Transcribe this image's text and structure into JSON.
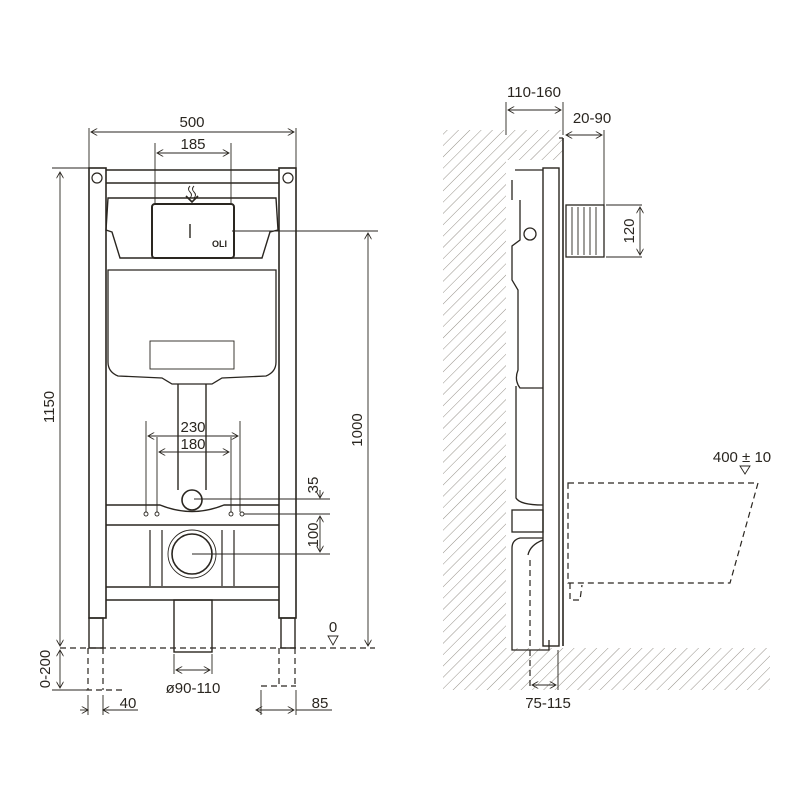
{
  "drawing": {
    "front_view": {
      "width_overall": "500",
      "flush_plate_width": "185",
      "height_overall": "1150",
      "height_to_plate": "1000",
      "bolt_spacing_outer": "230",
      "bolt_spacing_inner": "180",
      "inlet_offset": "35",
      "outlet_offset": "100",
      "floor_level": "0",
      "leg_extension": "0-200",
      "drain_diameter": "ø90-110",
      "leg_width": "40",
      "foot_width": "85",
      "brand_mark": "OLI"
    },
    "side_view": {
      "wall_depth": "110-160",
      "plate_projection": "20-90",
      "connector_height": "120",
      "seat_height": "400 ± 10",
      "drain_offset": "75-115"
    }
  },
  "colors": {
    "line": "#2a2620",
    "hatch": "#8a857c",
    "background": "#ffffff"
  }
}
